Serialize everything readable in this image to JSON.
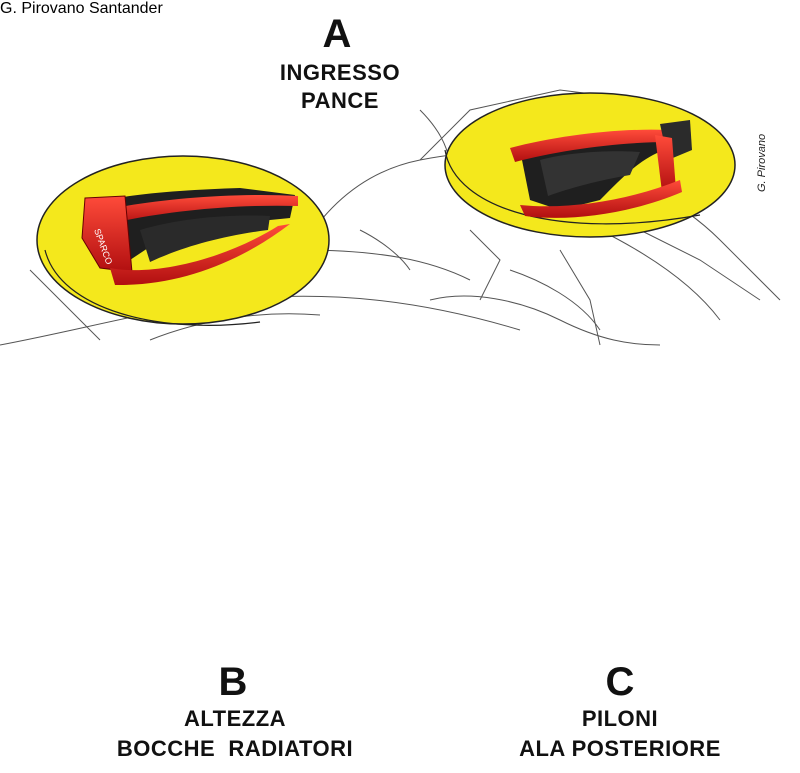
{
  "labels": {
    "a": {
      "letter": "A",
      "line1": "INGRESSO",
      "line2": "PANCE"
    },
    "b": {
      "letter": "B",
      "line1": "ALTEZZA",
      "line2": "BOCCHE  RADIATORI"
    },
    "c": {
      "letter": "C",
      "line1": "PILONI",
      "line2": "ALA POSTERIORE"
    }
  },
  "credits": {
    "top": "G. Pirovano",
    "front_view": "G. Pirovano"
  },
  "car_text": {
    "sponsor_left": "SPARCO",
    "sponsor_right": "Santander"
  },
  "colors": {
    "highlight": "#f4e81c",
    "part_red": "#d81e1e",
    "ferrari_red": "#d9473f",
    "arrow_yellow": "#f2ee1a",
    "ink": "#111111"
  }
}
